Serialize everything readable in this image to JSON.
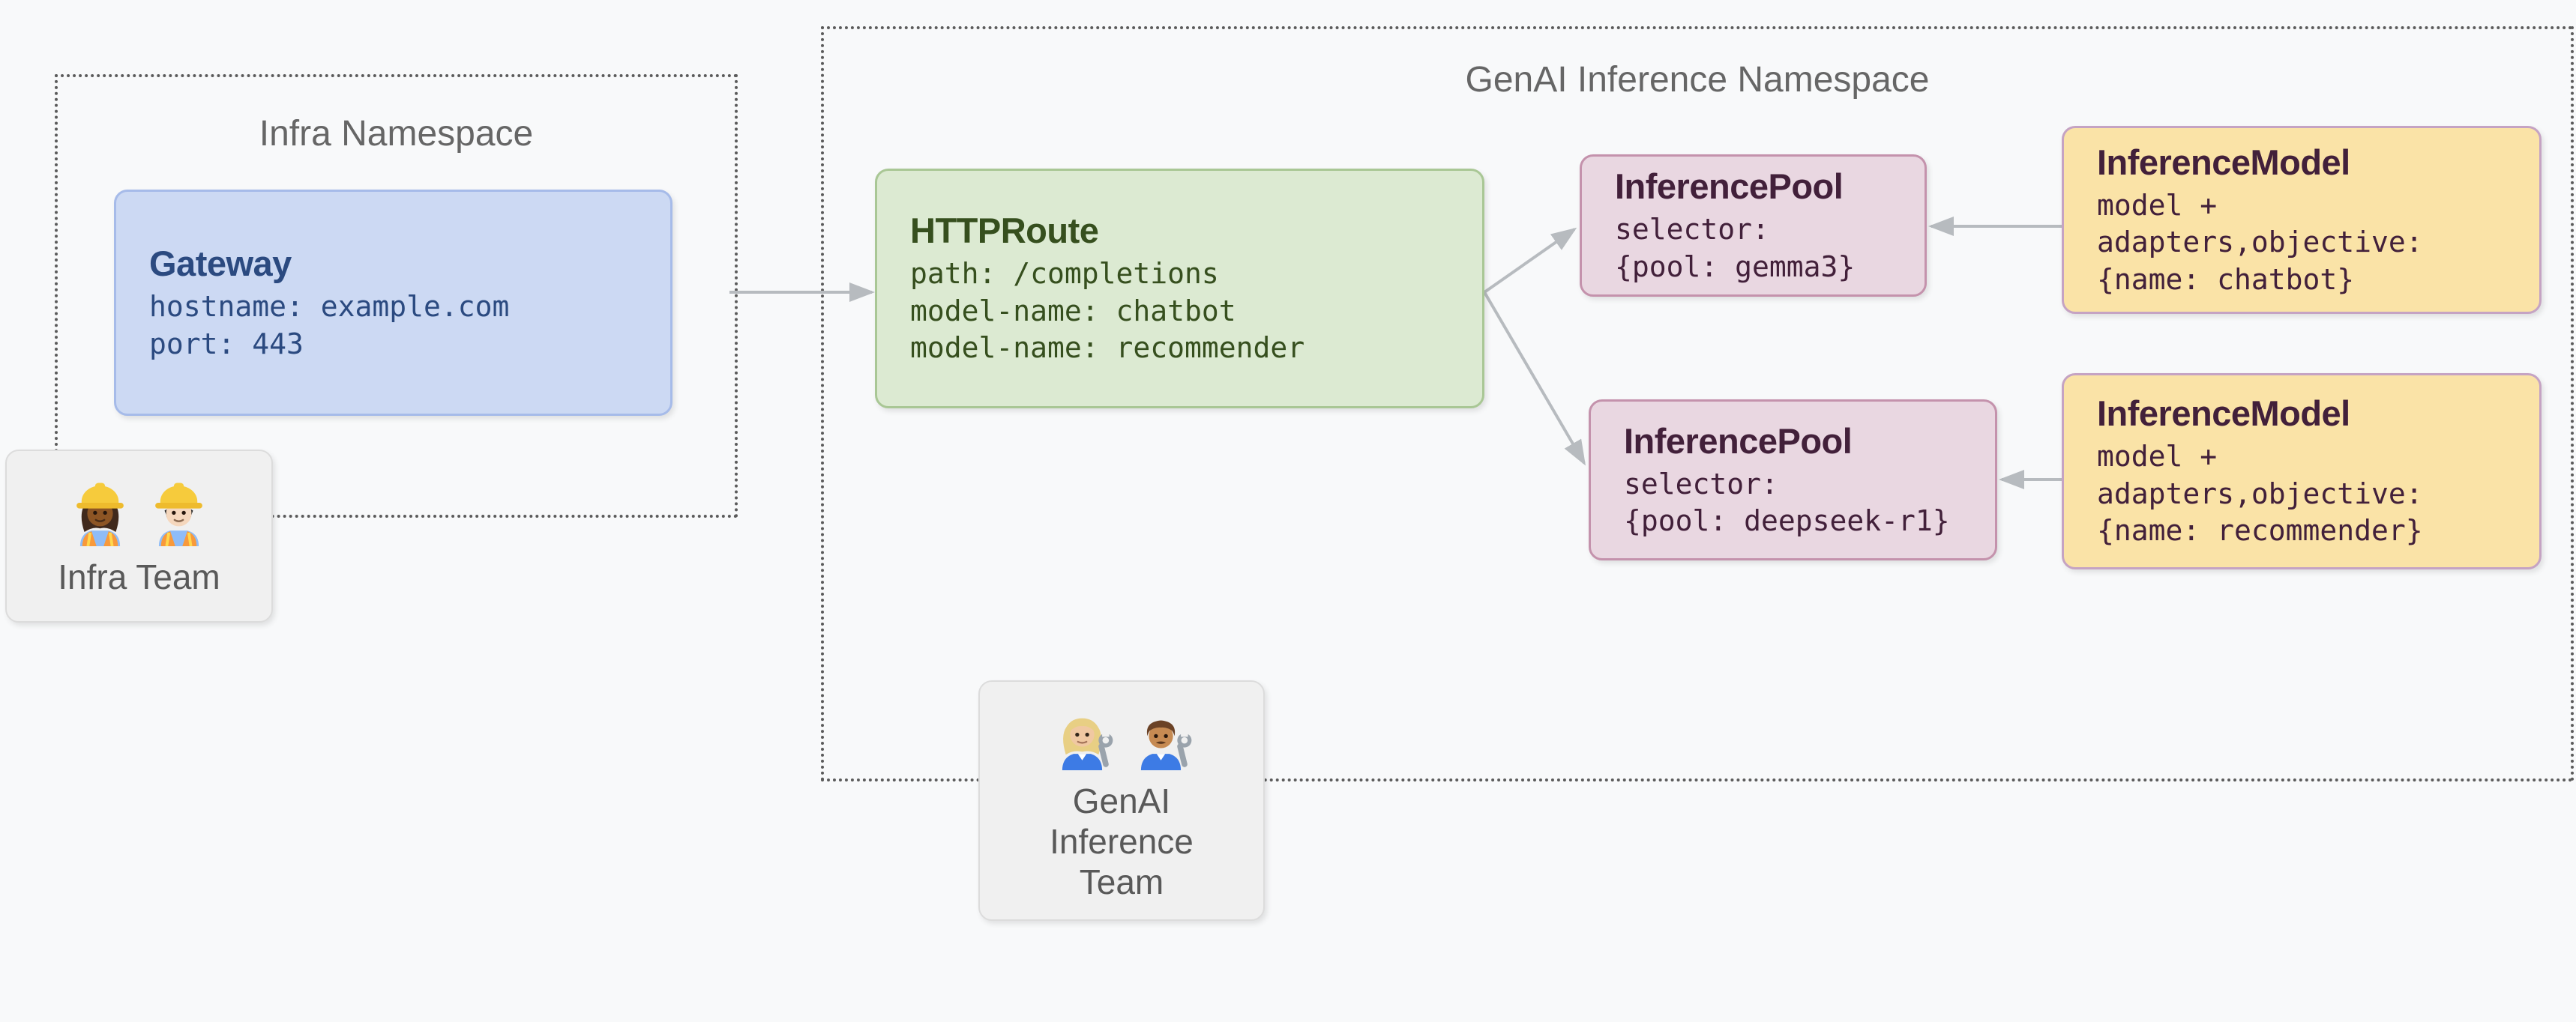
{
  "page": {
    "background": "#f8f9fa"
  },
  "infra_namespace": {
    "title": "Infra Namespace",
    "gateway": {
      "title": "Gateway",
      "lines": [
        "hostname: example.com",
        "port: 443"
      ]
    },
    "team": {
      "label": "Infra Team",
      "members": [
        "woman-construction-worker-dark-skin",
        "man-construction-worker-light-skin"
      ]
    }
  },
  "genai_namespace": {
    "title": "GenAI Inference Namespace",
    "httproute": {
      "title": "HTTPRoute",
      "lines": [
        "path: /completions",
        "model-name: chatbot",
        "model-name: recommender"
      ]
    },
    "pools": [
      {
        "title": "InferencePool",
        "lines": [
          "selector:",
          "{pool: gemma3}"
        ]
      },
      {
        "title": "InferencePool",
        "lines": [
          "selector:",
          "{pool: deepseek-r1}"
        ]
      }
    ],
    "models": [
      {
        "title": "InferenceModel",
        "lines": [
          "model +",
          "adapters,objective:",
          "{name: chatbot}"
        ]
      },
      {
        "title": "InferenceModel",
        "lines": [
          "model +",
          "adapters,objective:",
          "{name: recommender}"
        ]
      }
    ],
    "team": {
      "label": "GenAI Inference Team",
      "members": [
        "woman-mechanic-medium-light-skin",
        "man-mechanic-medium-skin"
      ]
    }
  },
  "colors": {
    "page_bg": "#f8f9fa",
    "gateway_fill": "#ccd9f3",
    "gateway_border": "#a6bbe9",
    "gateway_text": "#2b4a80",
    "httproute_fill": "#dcead2",
    "httproute_border": "#a9c795",
    "httproute_text": "#364f1e",
    "pool_fill": "#e9d7e1",
    "pool_border": "#c492ac",
    "pool_text": "#42203a",
    "model_fill": "#fae3a7",
    "model_border": "#c5a3c3",
    "model_text": "#42203a",
    "team_fill": "#f0f0f0",
    "team_border": "#dcdcdc",
    "team_text": "#595959",
    "namespace_title": "#666666",
    "dotted_border": "#5b5b5b",
    "arrow": "#b7bbbf"
  }
}
